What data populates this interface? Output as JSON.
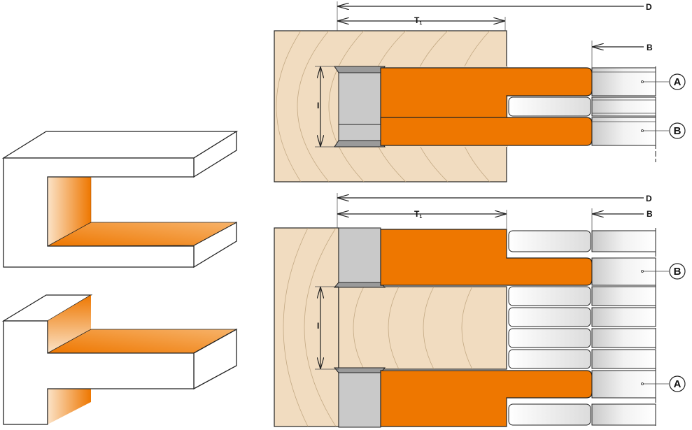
{
  "colors": {
    "cutter": "#ee7700",
    "wood": "#f1dcc0",
    "grain": "#b89c74",
    "carbide": "#c9c9c9",
    "shank": "#e6e6e6",
    "outline": "#222222"
  },
  "top_view": {
    "dim_D": "D",
    "dim_T1": "T",
    "dim_T1_sub": "1",
    "dim_B": "B",
    "dim_I": "I",
    "callout_upper": "A",
    "callout_lower": "B"
  },
  "bottom_view": {
    "dim_D": "D",
    "dim_T1": "T",
    "dim_T1_sub": "1",
    "dim_B": "B",
    "dim_I": "I",
    "callout_upper": "B",
    "callout_lower": "A"
  }
}
